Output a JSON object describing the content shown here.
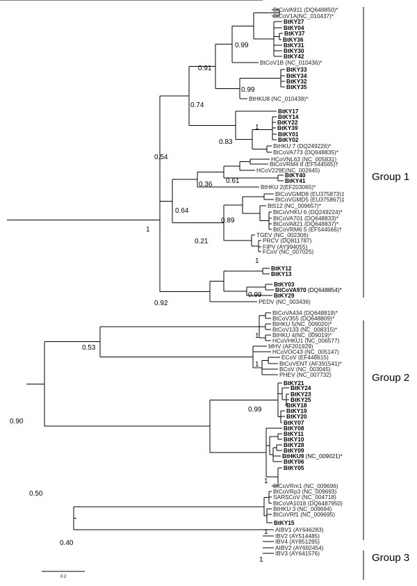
{
  "groups": [
    {
      "label": "Group 1"
    },
    {
      "label": "Group 2"
    },
    {
      "label": "Group 3"
    }
  ],
  "scale_bar": {
    "label": "0.2",
    "value": 0.2
  },
  "leaves": [
    {
      "label": "BtCoVA911 (DQ648850)*",
      "bold": false
    },
    {
      "label": "BtCoV1A(NC_010437)*",
      "bold": false
    },
    {
      "label": "BtKY27",
      "bold": true
    },
    {
      "label": "BtKY04",
      "bold": true
    },
    {
      "label": "BtKY37",
      "bold": true
    },
    {
      "label": "BtKY36",
      "bold": true
    },
    {
      "label": "BtKY31",
      "bold": true
    },
    {
      "label": "BtKY30",
      "bold": true
    },
    {
      "label": "BtKY42",
      "bold": true
    },
    {
      "label": "BtCoV1B (NC_010436)*",
      "bold": false
    },
    {
      "label": "BtKY33",
      "bold": true
    },
    {
      "label": "BtKY34",
      "bold": true
    },
    {
      "label": "BtKY32",
      "bold": true
    },
    {
      "label": "BtKY35",
      "bold": true
    },
    {
      "label": "BtHKU8 (NC_010438)*",
      "bold": false
    },
    {
      "label": "BtKY17",
      "bold": true
    },
    {
      "label": "BtKY14",
      "bold": true
    },
    {
      "label": "BtKY22",
      "bold": true
    },
    {
      "label": "BtKY39",
      "bold": true
    },
    {
      "label": "BtKY01",
      "bold": true
    },
    {
      "label": "BtKY02",
      "bold": true
    },
    {
      "label": "BtHKU 7 (DQ249226)*",
      "bold": false
    },
    {
      "label": "BtCoVA773 (DQ648835)*",
      "bold": false
    },
    {
      "label": "HCoVNL63 (NC_005831)",
      "bold": false
    },
    {
      "label": "BtCoVRM4 8 (EF544565)†",
      "bold": false
    },
    {
      "label": "HCoV229E(NC_002645)",
      "bold": false
    },
    {
      "label": "BtKY40",
      "bold": true
    },
    {
      "label": "BtKY41",
      "bold": true
    },
    {
      "label": "BtHKU 2(EF203065)*",
      "bold": false
    },
    {
      "label": "BtCoVGMD8 (EU375873)‡",
      "bold": false
    },
    {
      "label": "BtCoVGMD5 (EU375867)‡",
      "bold": false
    },
    {
      "label": "Bt512 (NC_009657)*",
      "bold": false
    },
    {
      "label": "BtCoVHKU 6 (DQ249224)*",
      "bold": false
    },
    {
      "label": "BtCoVA701 (DQ648833)*",
      "bold": false
    },
    {
      "label": "BtCoVA821 (DQ648837)*",
      "bold": false
    },
    {
      "label": "BtCoVRM6 5 (EF544566)†",
      "bold": false
    },
    {
      "label": "TGEV (NC_002306)",
      "bold": false
    },
    {
      "label": "PRCV (DQ811787)",
      "bold": false
    },
    {
      "label": "FIPV (AY994055)",
      "bold": false
    },
    {
      "label": "FCoV (NC_007025)",
      "bold": false
    },
    {
      "label": "BtKY12",
      "bold": true
    },
    {
      "label": "BtKY13",
      "bold": true
    },
    {
      "label": "BtKY03",
      "bold": true
    },
    {
      "label": "BtCoVA970",
      "bold": true,
      "extra": " (DQ648854)*"
    },
    {
      "label": "BtKY29",
      "bold": true
    },
    {
      "label": "PEDV (NC_003436)",
      "bold": false
    },
    {
      "label": "BtCoVA434 (DQ648819)*",
      "bold": false
    },
    {
      "label": "BtCoV355 (DQ648809)*",
      "bold": false
    },
    {
      "label": "BtHKU 5(NC_009020)*",
      "bold": false
    },
    {
      "label": "BtCoV133 (NC_008315)*",
      "bold": false
    },
    {
      "label": "BtHKU 4(NC_009019)*",
      "bold": false
    },
    {
      "label": "HCoVHKU1 (NC_006577)",
      "bold": false
    },
    {
      "label": "MHV (AF201929)",
      "bold": false
    },
    {
      "label": "HCoVOC43 (NC_005147)",
      "bold": false
    },
    {
      "label": "ECoV (EF446615)",
      "bold": false
    },
    {
      "label": "BtCoVENT (AF391541)*",
      "bold": false
    },
    {
      "label": "BCoV (NC_003045)",
      "bold": false
    },
    {
      "label": "PHEV (NC_007732)",
      "bold": false
    },
    {
      "label": "BtKY21",
      "bold": true
    },
    {
      "label": "BtKY24",
      "bold": true
    },
    {
      "label": "BtKY23",
      "bold": true
    },
    {
      "label": "BtKY25",
      "bold": true
    },
    {
      "label": "BtKY18",
      "bold": true
    },
    {
      "label": "BtKY19",
      "bold": true
    },
    {
      "label": "BtKY20",
      "bold": true
    },
    {
      "label": "BtKY07",
      "bold": true
    },
    {
      "label": "BtKY08",
      "bold": true
    },
    {
      "label": "BtKY11",
      "bold": true
    },
    {
      "label": "BtKY10",
      "bold": true
    },
    {
      "label": "BtKY28",
      "bold": true
    },
    {
      "label": "BtKY09",
      "bold": true
    },
    {
      "label": "BtHKU9",
      "bold": true,
      "extra": " (NC_009021)*"
    },
    {
      "label": "BtKY06",
      "bold": true
    },
    {
      "label": "BtKY05",
      "bold": true
    },
    {
      "label": "BtCoVRm1 (NC_009696)",
      "bold": false
    },
    {
      "label": "BtCoVRp3 (NC_009693)",
      "bold": false
    },
    {
      "label": "SARSCoV (NC_004718)",
      "bold": false
    },
    {
      "label": "BtCoVA1018 (DQ6487950)",
      "bold": false
    },
    {
      "label": "BtHKU 3 (NC_009694)",
      "bold": false
    },
    {
      "label": "BtCoVRf1 (NC_009695)",
      "bold": false
    },
    {
      "label": "BtKY15",
      "bold": true
    },
    {
      "label": "AIBV1 (AY646283)",
      "bold": false
    },
    {
      "label": "IBV2 (AY514485)",
      "bold": false
    },
    {
      "label": "IBV4 (AY851295)",
      "bold": false
    },
    {
      "label": "AIBV2 (AY692454)",
      "bold": false
    },
    {
      "label": "IBV3 (AY641576)",
      "bold": false
    }
  ],
  "support_values": [
    "0.99",
    "0.91",
    "0.99",
    "0.74",
    "1",
    "0.83",
    "0.54",
    "0.36",
    "0.61",
    "0.64",
    "0.89",
    "0.21",
    "1",
    "1",
    "0.99",
    "0.92",
    "1",
    "0.53",
    "1",
    "0.99",
    "1",
    "0.90",
    "0.50",
    "1",
    "0.40",
    "1"
  ]
}
